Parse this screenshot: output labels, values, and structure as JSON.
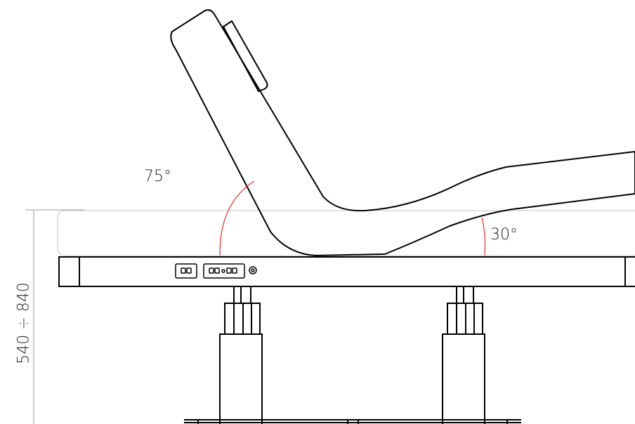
{
  "labels": {
    "backrest_angle": "75°",
    "legrest_angle": "30°",
    "height_range": "540 ÷ 840"
  },
  "colors": {
    "stroke": "#000000",
    "ghost": "#d9d9d9",
    "angle_arc": "#e03030",
    "dimension": "#9a9a9a"
  }
}
